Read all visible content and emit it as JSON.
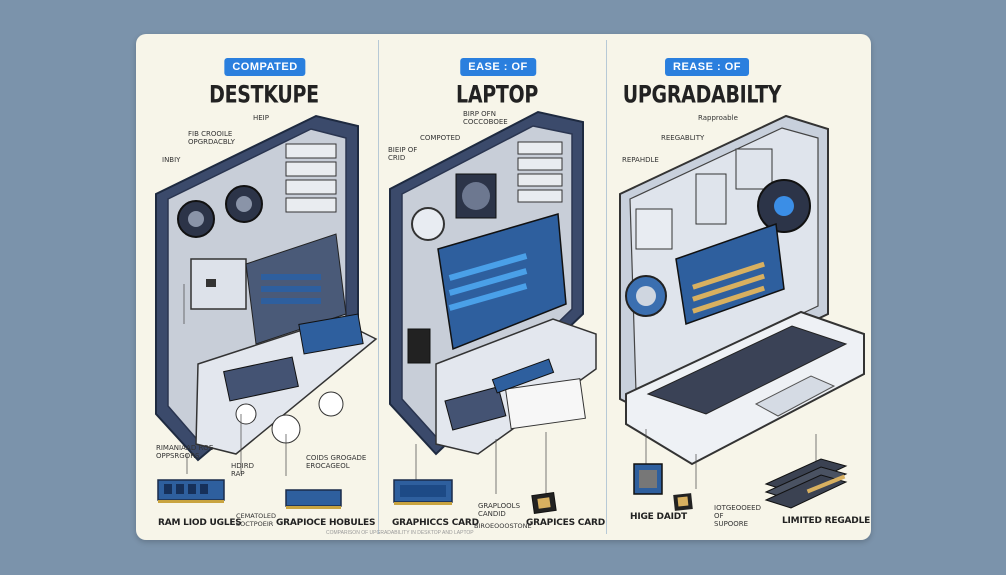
{
  "panels": [
    {
      "badge": "COMPATED",
      "title": "DESTKUPE",
      "labels": [
        "HEIP",
        "FIB CROOILE OPGRDACBLY",
        "INBIY",
        "RIMANIAAD ROE OPPSRGORS",
        "HDIRD RAP",
        "COIDS GROGADE EROCAGEOL"
      ],
      "captions": [
        "RAM LIOD UGLES",
        "CEMATOLED SOCTPOEIR",
        "GRAPIOCE HOBULES"
      ]
    },
    {
      "badge": "EASE : OF",
      "title": "LAPTOP",
      "labels": [
        "BIRP OFN COCCOBOEE",
        "COMPOTED",
        "BIEIP OF CRID",
        "GRAPLOOLS CANDID",
        "BIROEOOOSTONE"
      ],
      "captions": [
        "GRAPHICCS CARD",
        "GRAPICES CARD"
      ]
    },
    {
      "badge": "REASE : OF",
      "title": "UPGRADABILTY",
      "labels": [
        "Rapproable",
        "REEGABLITY",
        "REPAHDLE",
        "IOTGEOOEED OF SUPOORE"
      ],
      "captions": [
        "HIGE DAIDT",
        "LIMITED REGADLE"
      ]
    }
  ],
  "footer_text": "COMPARISON OF UPGRADABILITY IN DESKTOP AND LAPTOP",
  "colors": {
    "background": "#7b93ab",
    "card": "#f7f5e9",
    "accent": "#2a7fde",
    "chassis": "#3b4a6b",
    "board": "#2e5f9e"
  }
}
